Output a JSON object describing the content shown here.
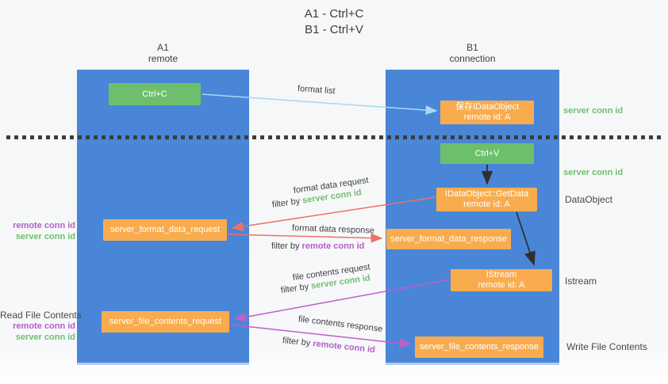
{
  "title": {
    "line1": "A1 - Ctrl+C",
    "line2": "B1 - Ctrl+V"
  },
  "columns": {
    "a1": {
      "id": "A1",
      "role": "remote"
    },
    "b1": {
      "id": "B1",
      "role": "connection"
    }
  },
  "boxes": {
    "ctrl_c": {
      "label": "Ctrl+C"
    },
    "ctrl_v": {
      "label": "Ctrl+V"
    },
    "save_idataobject": {
      "line1": "保存IDataObject",
      "line2": "remote id: A"
    },
    "getdata": {
      "line1": "IDataObject::GetData",
      "line2": "remote id: A"
    },
    "istream": {
      "line1": "IStream",
      "line2": "remote id: A"
    },
    "server_format_data_request": {
      "label": "server_format_data_request"
    },
    "server_format_data_response": {
      "label": "server_format_data_response"
    },
    "server_file_contents_request": {
      "label": "server_file_contents_request"
    },
    "server_file_contents_response": {
      "label": "server_file_contents_response"
    }
  },
  "arrow_labels": {
    "format_list": "format list",
    "format_data_request": "format data request",
    "format_data_response": "format data response",
    "file_contents_request": "file contents request",
    "file_contents_response": "file contents response",
    "filter_by": "filter by",
    "server_conn_id": "server conn id",
    "remote_conn_id": "remote conn id"
  },
  "side_labels": {
    "server_conn_id": "server conn id",
    "remote_conn_id": "remote conn id",
    "dataobject": "DataObject",
    "istream": "Istream",
    "read_file_contents": "Read File Contents",
    "write_file_contents": "Write File Contents"
  },
  "colors": {
    "lifeline_blue": "#4A86D8",
    "action_green": "#6DBF6D",
    "message_orange": "#F9AC4E",
    "arrow_light_blue": "#A9D7F2",
    "arrow_red": "#E97368",
    "arrow_magenta": "#C05FC5",
    "arrow_black": "#303030",
    "label_green": "#6FBF72",
    "label_purple": "#B45EC8",
    "text_dark": "#3F3F3F"
  }
}
